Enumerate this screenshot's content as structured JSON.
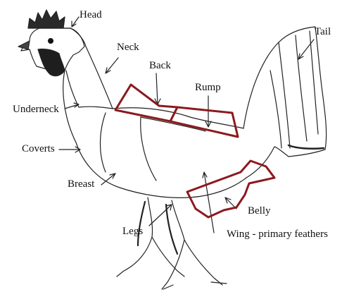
{
  "colors": {
    "outline": "#222222",
    "highlight": "#8b1a1f",
    "ink": "#111111",
    "background": "#ffffff"
  },
  "labels": {
    "head": "Head",
    "neck": "Neck",
    "back": "Back",
    "rump": "Rump",
    "tail": "Tail",
    "underneck": "Underneck",
    "coverts": "Coverts",
    "breast": "Breast",
    "belly": "Belly",
    "legs": "Legs",
    "wing_primary": "Wing - primary feathers"
  }
}
